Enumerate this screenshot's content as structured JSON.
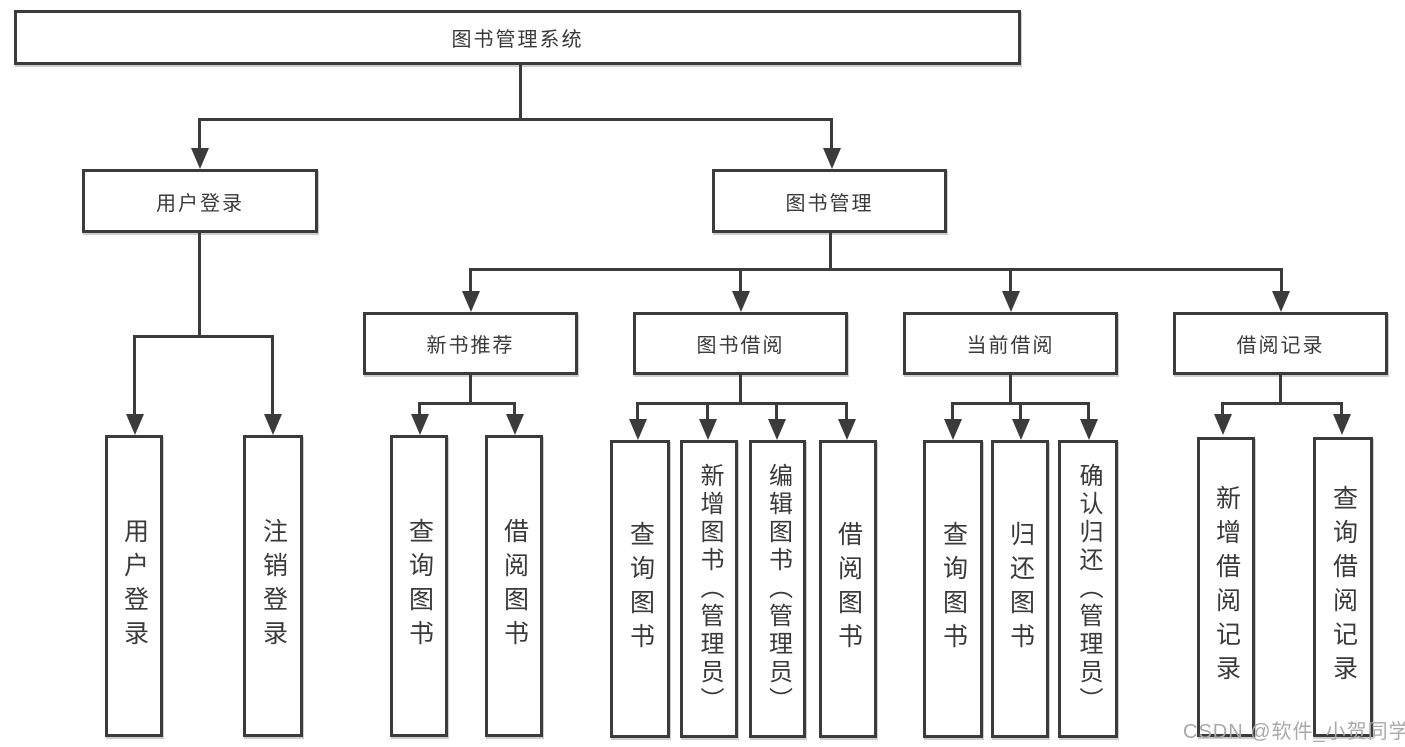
{
  "diagram": {
    "root": "图书管理系统",
    "level2": {
      "user_login": "用户登录",
      "book_management": "图书管理"
    },
    "level3": {
      "new_book_recommend": "新书推荐",
      "book_borrowing": "图书借阅",
      "current_borrowing": "当前借阅",
      "borrowing_records": "借阅记录"
    },
    "leaves": {
      "user_login": "用户登录",
      "logout": "注销登录",
      "recommend_query_book": "查询图书",
      "recommend_borrow_book": "借阅图书",
      "borrowing_query_book": "查询图书",
      "borrowing_add_book": "新增图书（管理员）",
      "borrowing_edit_book": "编辑图书（管理员）",
      "borrowing_borrow_book": "借阅图书",
      "current_query_book": "查询图书",
      "current_return_book": "归还图书",
      "current_confirm_return": "确认归还（管理员）",
      "records_add_record": "新增借阅记录",
      "records_query_record": "查询借阅记录"
    }
  },
  "watermark": "CSDN @软件_小贺同学",
  "colors": {
    "line": "#3b3b3b",
    "text": "#3a3a3a",
    "watermark_text": "#a9a9a9",
    "background": "#ffffff"
  }
}
